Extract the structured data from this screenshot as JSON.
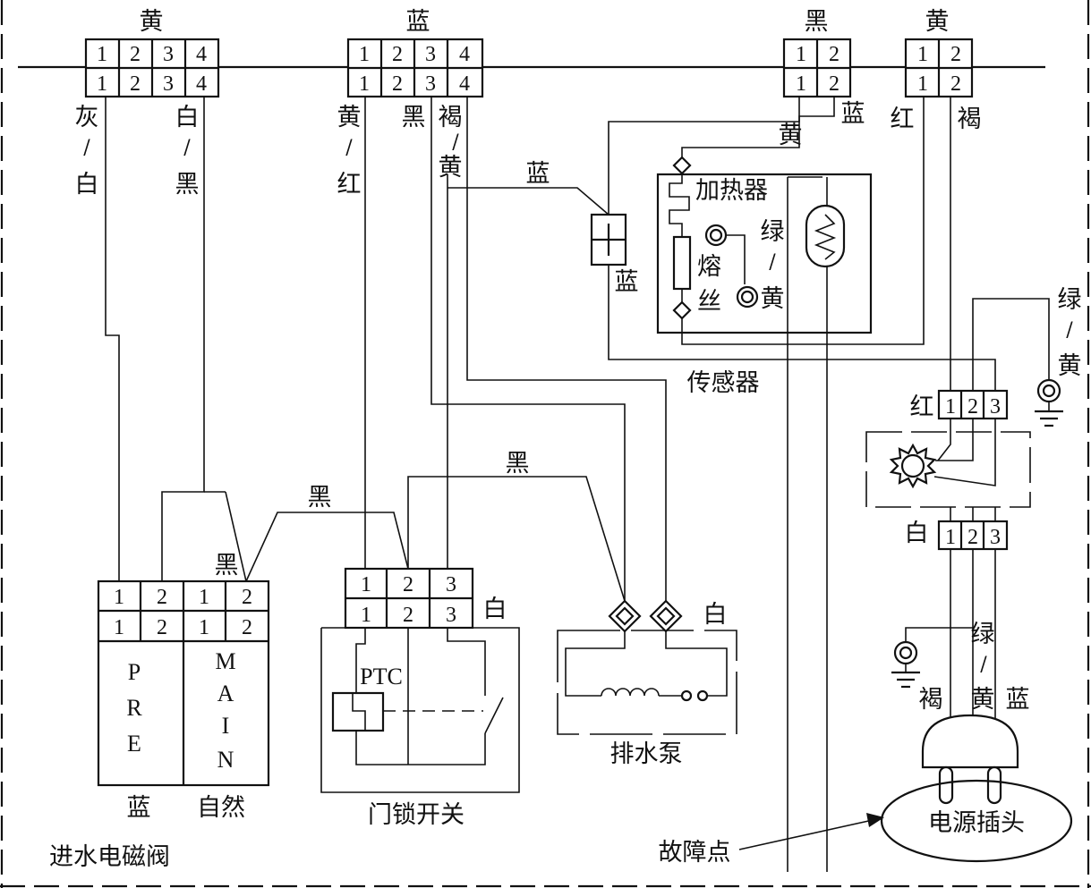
{
  "connectors": {
    "c1": {
      "color": "黄",
      "pins": [
        "1",
        "2",
        "3",
        "4"
      ]
    },
    "c2": {
      "color": "蓝",
      "pins": [
        "1",
        "2",
        "3",
        "4"
      ]
    },
    "c3": {
      "color": "黑",
      "pins": [
        "1",
        "2"
      ]
    },
    "c4": {
      "color": "黄",
      "pins": [
        "1",
        "2"
      ]
    }
  },
  "wire_colors": {
    "gray": "灰",
    "white": "白",
    "black": "黑",
    "yellow": "黄",
    "red": "红",
    "brown": "褐",
    "blue": "蓝",
    "green": "绿",
    "slash": "/"
  },
  "heater": {
    "label": "加热器",
    "fuse_chars": [
      "熔",
      "丝"
    ],
    "sensor": "传感器"
  },
  "inlet_valve": {
    "pins_left": [
      "1",
      "2"
    ],
    "pins_right": [
      "1",
      "2"
    ],
    "pre_chars": [
      "P",
      "R",
      "E"
    ],
    "main_chars": [
      "M",
      "A",
      "I",
      "N"
    ],
    "label_left": "蓝",
    "label_right": "自然",
    "title": "进水电磁阀"
  },
  "door_lock": {
    "pins": [
      "1",
      "2",
      "3"
    ],
    "ptc": "PTC",
    "label": "门锁开关"
  },
  "drain_pump": {
    "label": "排水泵"
  },
  "motor_terminals": {
    "pins": [
      "1",
      "2",
      "3"
    ]
  },
  "power_plug": {
    "label": "电源插头"
  },
  "fault_point": {
    "label": "故障点"
  }
}
